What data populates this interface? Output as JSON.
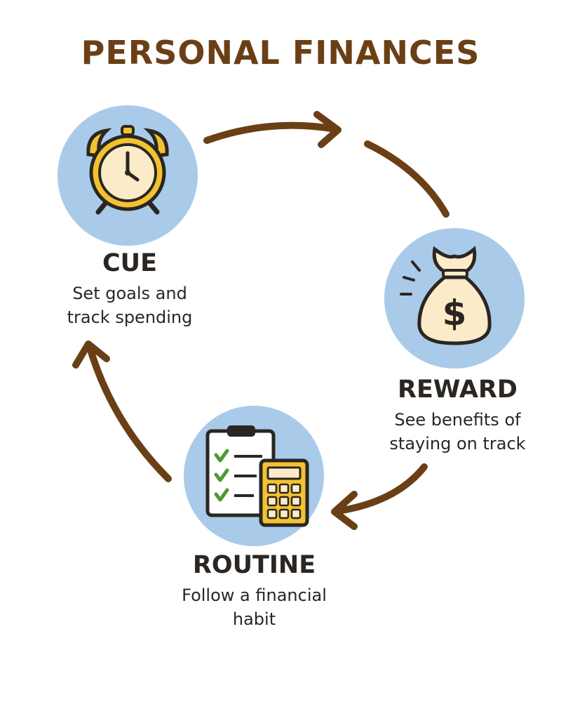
{
  "title": "PERSONAL FINANCES",
  "colors": {
    "brown": "#6B3F16",
    "text": "#2B2622",
    "circle": "#A9CBE9",
    "gold": "#F2C230",
    "cream": "#FCEBC8",
    "check": "#4E9A2E"
  },
  "steps": {
    "cue": {
      "title": "CUE",
      "desc_line1": "Set goals and",
      "desc_line2": "track spending",
      "icon": "alarm-clock-icon"
    },
    "reward": {
      "title": "REWARD",
      "desc_line1": "See benefits of",
      "desc_line2": "staying on track",
      "icon": "money-bag-icon"
    },
    "routine": {
      "title": "ROUTINE",
      "desc_line1": "Follow a financial",
      "desc_line2": "habit",
      "icon": "checklist-calculator-icon"
    }
  }
}
